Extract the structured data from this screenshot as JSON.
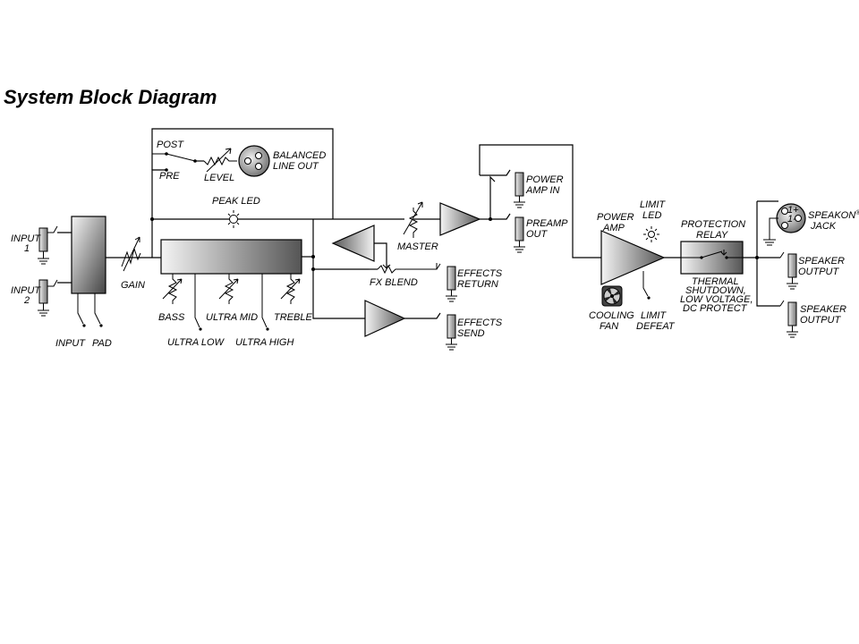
{
  "title": "System Block Diagram",
  "labels": {
    "input_1": [
      "INPUT",
      "1"
    ],
    "input_2": [
      "INPUT",
      "2"
    ],
    "input_switch": "INPUT",
    "pad": "PAD",
    "gain": "GAIN",
    "post": "POST",
    "pre": "PRE",
    "level": "LEVEL",
    "balanced_line_out": [
      "BALANCED",
      "LINE OUT"
    ],
    "peak_led": "PEAK LED",
    "bass": "BASS",
    "ultra_low": "ULTRA LOW",
    "ultra_mid": "ULTRA MID",
    "ultra_high": "ULTRA HIGH",
    "treble": "TREBLE",
    "master": "MASTER",
    "fx_blend": "FX BLEND",
    "effects_return": [
      "EFFECTS",
      "RETURN"
    ],
    "effects_send": [
      "EFFECTS",
      "SEND"
    ],
    "power_amp_in": [
      "POWER",
      "AMP IN"
    ],
    "preamp_out": [
      "PREAMP",
      "OUT"
    ],
    "power_amp": [
      "POWER",
      "AMP"
    ],
    "limit_led": [
      "LIMIT",
      "LED"
    ],
    "cooling_fan": [
      "COOLING",
      "FAN"
    ],
    "limit_defeat": [
      "LIMIT",
      "DEFEAT"
    ],
    "protection_relay": [
      "PROTECTION",
      "RELAY"
    ],
    "protection_note": [
      "THERMAL",
      "SHUTDOWN,",
      "LOW VOLTAGE,",
      "DC PROTECT"
    ],
    "speakon_jack": [
      "SPEAKON",
      "JACK"
    ],
    "speakon_mark": "®",
    "speaker_output_1": [
      "SPEAKER",
      "OUTPUT"
    ],
    "speaker_output_2": [
      "SPEAKER",
      "OUTPUT"
    ],
    "speakon_pins": [
      "1+",
      "1-"
    ]
  }
}
